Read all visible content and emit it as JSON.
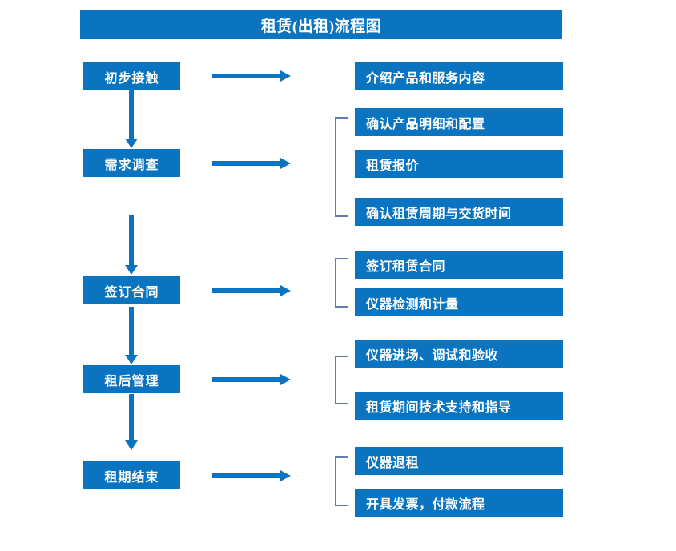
{
  "diagram": {
    "title": "租赁(出租)流程图",
    "accent_color": "#0A74C0",
    "bracket_color": "#5B7FB0",
    "text_color": "#FFFFFF",
    "background_color": "#FFFFFF",
    "stages": [
      {
        "label": "初步接触",
        "details": [
          "介绍产品和服务内容"
        ]
      },
      {
        "label": "需求调查",
        "details": [
          "确认产品明细和配置",
          "租赁报价",
          "确认租赁周期与交货时间"
        ]
      },
      {
        "label": "签订合同",
        "details": [
          "签订租赁合同",
          "仪器检测和计量"
        ]
      },
      {
        "label": "租后管理",
        "details": [
          "仪器进场、调试和验收",
          "租赁期间技术支持和指导"
        ]
      },
      {
        "label": "租期结束",
        "details": [
          "仪器退租",
          "开具发票，付款流程"
        ]
      }
    ],
    "flow_connectors": {
      "vertical_arrow": "down-arrow",
      "horizontal_arrow": "right-arrow",
      "group_bracket": "left-bracket"
    }
  }
}
